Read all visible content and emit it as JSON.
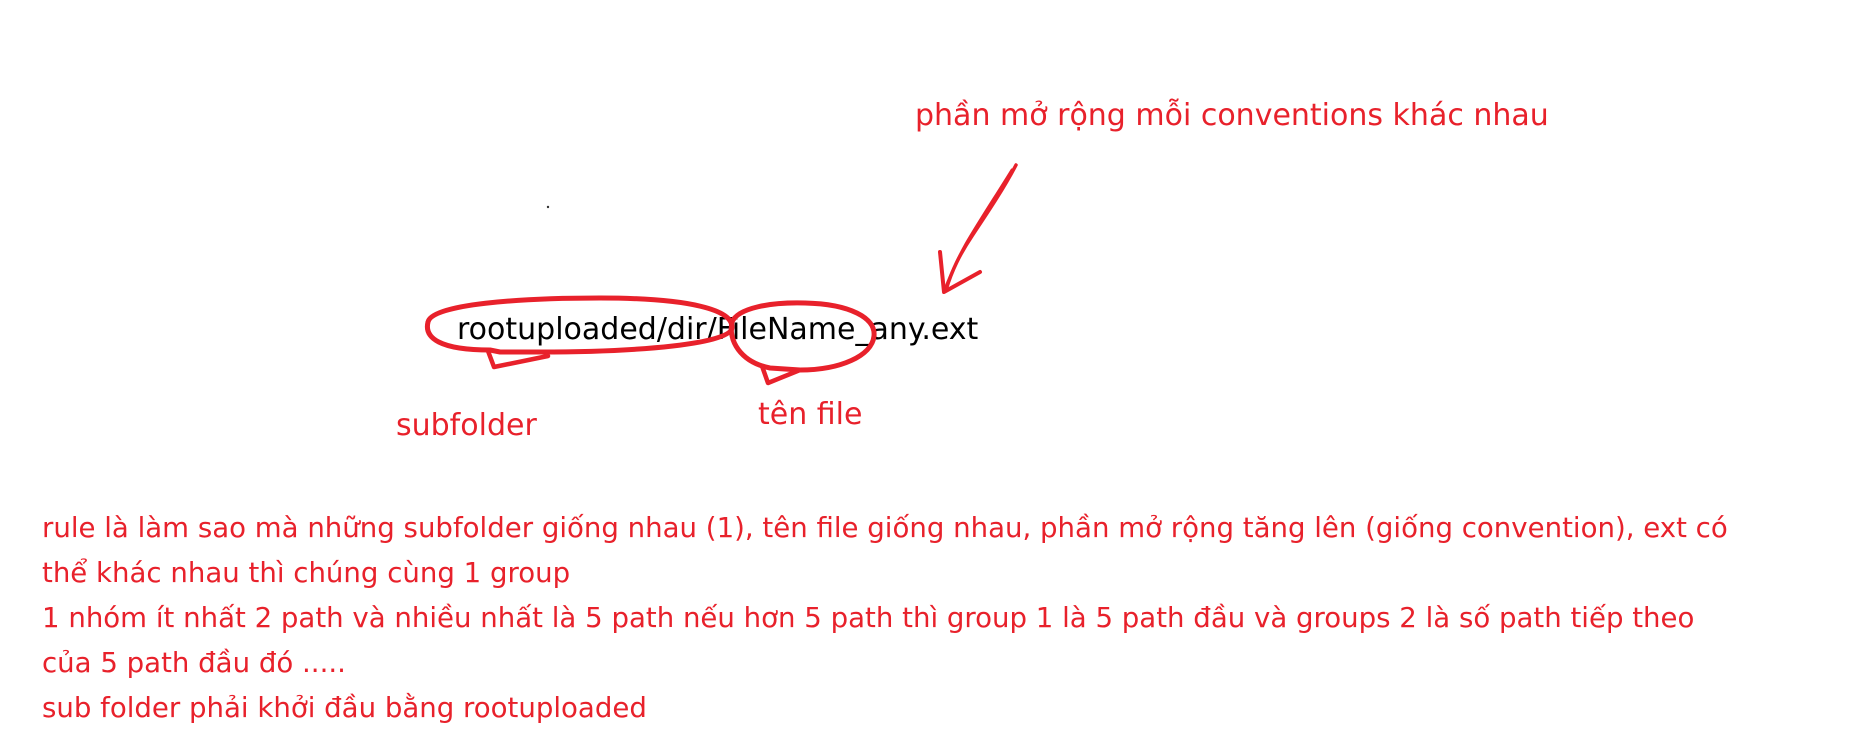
{
  "annotations": {
    "extension_note": "phần mở rộng mỗi conventions khác nhau",
    "subfolder_label": "subfolder",
    "filename_label": "tên file"
  },
  "path_example": "rootuploaded/dir/FileName_any.ext",
  "rules": [
    "rule là làm sao mà những subfolder giống nhau (1), tên file giống nhau, phần mở rộng tăng lên (giống convention), ext có",
    "thể khác nhau thì chúng cùng 1 group",
    "1 nhóm ít nhất 2 path và nhiều nhất là 5 path nếu hơn 5 path thì group 1 là 5 path đầu và groups 2 là số path tiếp theo",
    "của 5 path đầu đó .....",
    "sub folder phải khởi đầu bằng rootuploaded"
  ],
  "colors": {
    "annotation": "#e8212b",
    "path_text": "#000000"
  }
}
